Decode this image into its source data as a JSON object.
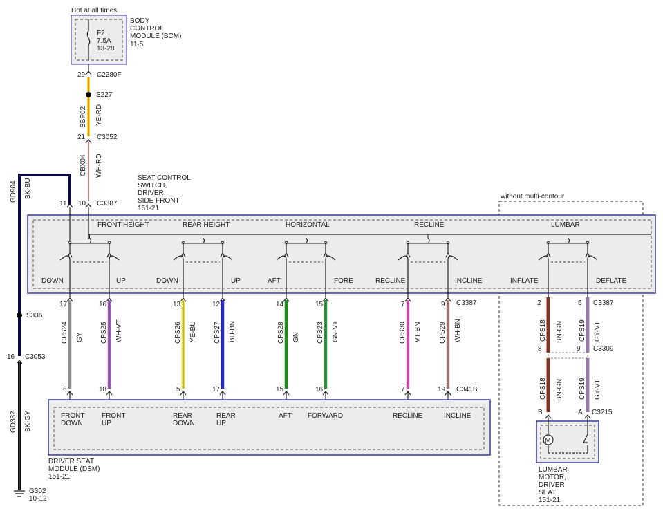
{
  "top": {
    "hot_label": "Hot at all times",
    "bcm": {
      "l1": "BODY",
      "l2": "CONTROL",
      "l3": "MODULE (BCM)",
      "l4": "11-5"
    },
    "fuse": {
      "name": "F2",
      "rating": "7.5A",
      "ref": "13-28"
    },
    "pin29": "29",
    "c2280f": "C2280F",
    "s227": "S227",
    "sbp02": "SBP02",
    "yerd": "YE-RD",
    "pin21": "21",
    "c3052": "C3052",
    "cbx04": "CBX04",
    "whrd": "WH-RD",
    "pin11": "11",
    "pin10": "10",
    "c3387": "C3387",
    "gd904": "GD904",
    "bkbu": "BK-BU"
  },
  "switch": {
    "l1": "SEAT CONTROL",
    "l2": "SWITCH,",
    "l3": "DRIVER",
    "l4": "SIDE FRONT",
    "l5": "151-21"
  },
  "multicontour": "without multi-contour",
  "groups": {
    "front_height": "FRONT HEIGHT",
    "rear_height": "REAR HEIGHT",
    "horizontal": "HORIZONTAL",
    "recline": "RECLINE",
    "lumbar": "LUMBAR"
  },
  "positions": [
    "DOWN",
    "UP",
    "DOWN",
    "UP",
    "AFT",
    "FORE",
    "RECLINE",
    "INCLINE",
    "INFLATE",
    "DEFLATE"
  ],
  "left_ground": {
    "s336": "S336",
    "pin16": "16",
    "c3053": "C3053",
    "gd382": "GD382",
    "bkgy": "BK-GY",
    "g302": "G302",
    "g302ref": "10-12"
  },
  "wires": [
    {
      "top_pin": "17",
      "circuit": "CPS24",
      "color_code": "GY",
      "bottom_pin": "6",
      "module_l1": "FRONT",
      "module_l2": "DOWN",
      "color": "#8a8a8a"
    },
    {
      "top_pin": "16",
      "circuit": "CPS25",
      "color_code": "WH-VT",
      "bottom_pin": "18",
      "module_l1": "FRONT",
      "module_l2": "UP",
      "color": "#9b5fb8"
    },
    {
      "top_pin": "13",
      "circuit": "CPS26",
      "color_code": "YE-BU",
      "bottom_pin": "5",
      "module_l1": "REAR",
      "module_l2": "DOWN",
      "color": "#e8e030"
    },
    {
      "top_pin": "12",
      "circuit": "CPS27",
      "color_code": "BU-BN",
      "bottom_pin": "17",
      "module_l1": "REAR",
      "module_l2": "UP",
      "color": "#2222cc"
    },
    {
      "top_pin": "14",
      "circuit": "CPS28",
      "color_code": "GN",
      "bottom_pin": "15",
      "module_l1": "AFT",
      "module_l2": "",
      "color": "#1d8a1d"
    },
    {
      "top_pin": "15",
      "circuit": "CPS23",
      "color_code": "GN-VT",
      "bottom_pin": "16",
      "module_l1": "FORWARD",
      "module_l2": "",
      "color": "#2f9a3a"
    },
    {
      "top_pin": "7",
      "circuit": "CPS30",
      "color_code": "VT-BN",
      "bottom_pin": "7",
      "module_l1": "RECLINE",
      "module_l2": "",
      "color": "#e060c0"
    },
    {
      "top_pin": "9",
      "circuit": "CPS29",
      "color_code": "WH-BN",
      "bottom_pin": "19",
      "module_l1": "INCLINE",
      "module_l2": "",
      "color": "#b58a8a"
    }
  ],
  "c3387_right": "C3387",
  "c341b": "C341B",
  "dsm": {
    "l1": "DRIVER SEAT",
    "l2": "MODULE (DSM)",
    "l3": "151-21"
  },
  "lumbar_wires": {
    "a": {
      "pin_top": "2",
      "circuit": "CPS18",
      "color_code": "BN-GN",
      "pin_mid": "8",
      "pin_bot": "B",
      "color": "#8b2a20"
    },
    "b": {
      "pin_top": "6",
      "circuit": "CPS19",
      "color_code": "GY-VT",
      "pin_mid": "9",
      "pin_bot": "A",
      "color": "#9a7ab0"
    },
    "c3387": "C3387",
    "c3309": "C3309",
    "c3215": "C3215"
  },
  "motor": {
    "symbol": "M",
    "l1": "LUMBAR",
    "l2": "MOTOR,",
    "l3": "DRIVER",
    "l4": "SEAT",
    "l5": "151-21"
  }
}
